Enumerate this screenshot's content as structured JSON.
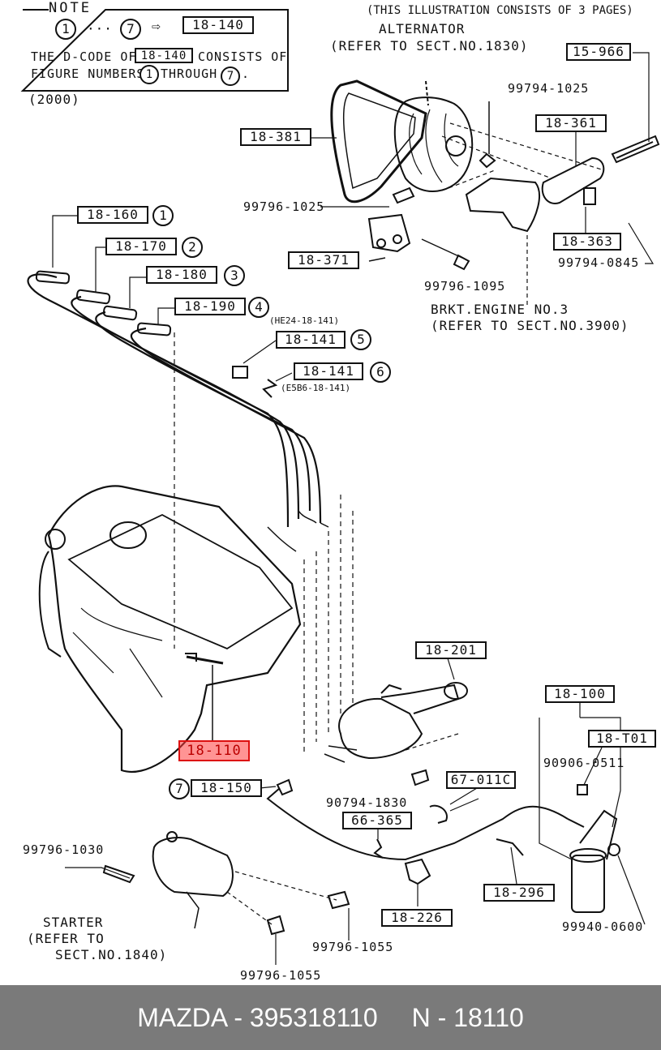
{
  "note": {
    "title": "NOTE",
    "n1": "1",
    "dots": "···",
    "n7": "7",
    "arrow": "⇨",
    "ref": "18-140",
    "line1_a": "THE D-CODE OF",
    "line1_ref": "18-140",
    "line1_b": "CONSISTS OF",
    "line2_a": "FIGURE NUMBERS",
    "line2_n1": "1",
    "line2_b": "THROUGH",
    "line2_n7": "7",
    "line2_c": ".",
    "year": "(2000)"
  },
  "header_note": "(THIS ILLUSTRATION CONSISTS OF  3 PAGES)",
  "alternator": {
    "line1": "ALTERNATOR",
    "line2": "(REFER TO SECT.NO.1830)"
  },
  "bracket": {
    "line1": "BRKT.ENGINE NO.3",
    "line2": "(REFER TO SECT.NO.3900)"
  },
  "starter": {
    "line1": "STARTER",
    "line2": "(REFER TO",
    "line3": "SECT.NO.1840)"
  },
  "parts": {
    "p15966": "15-966",
    "p18381": "18-381",
    "p18361": "18-361",
    "p18363": "18-363",
    "p18371": "18-371",
    "p18160": "18-160",
    "p18170": "18-170",
    "p18180": "18-180",
    "p18190": "18-190",
    "p18141a": "18-141",
    "p18141b": "18-141",
    "p18201": "18-201",
    "p18100": "18-100",
    "p18T01": "18-T01",
    "p18110": "18-110",
    "p18150": "18-150",
    "p67011C": "67-011C",
    "p66365": "66-365",
    "p18296": "18-296",
    "p18226": "18-226"
  },
  "circled": {
    "c1": "1",
    "c2": "2",
    "c3": "3",
    "c4": "4",
    "c5": "5",
    "c6": "6",
    "c7": "7"
  },
  "sub_codes": {
    "he24": "(HE24-18-141)",
    "e5b6": "(E5B6-18-141)"
  },
  "bolts": {
    "b1": "99794-1025",
    "b2": "99796-1025",
    "b3": "99794-0845",
    "b4": "99796-1095",
    "b5": "90906-0511",
    "b6": "90794-1830",
    "b7": "99796-1030",
    "b8": "99940-0600",
    "b9": "99796-1055",
    "b10": "99796-1055"
  },
  "footer": {
    "brand": "MAZDA - 395318110",
    "code": "N - 18110"
  },
  "colors": {
    "highlight": "#ff3c3c",
    "footer_bg": "#7a7a7a"
  }
}
